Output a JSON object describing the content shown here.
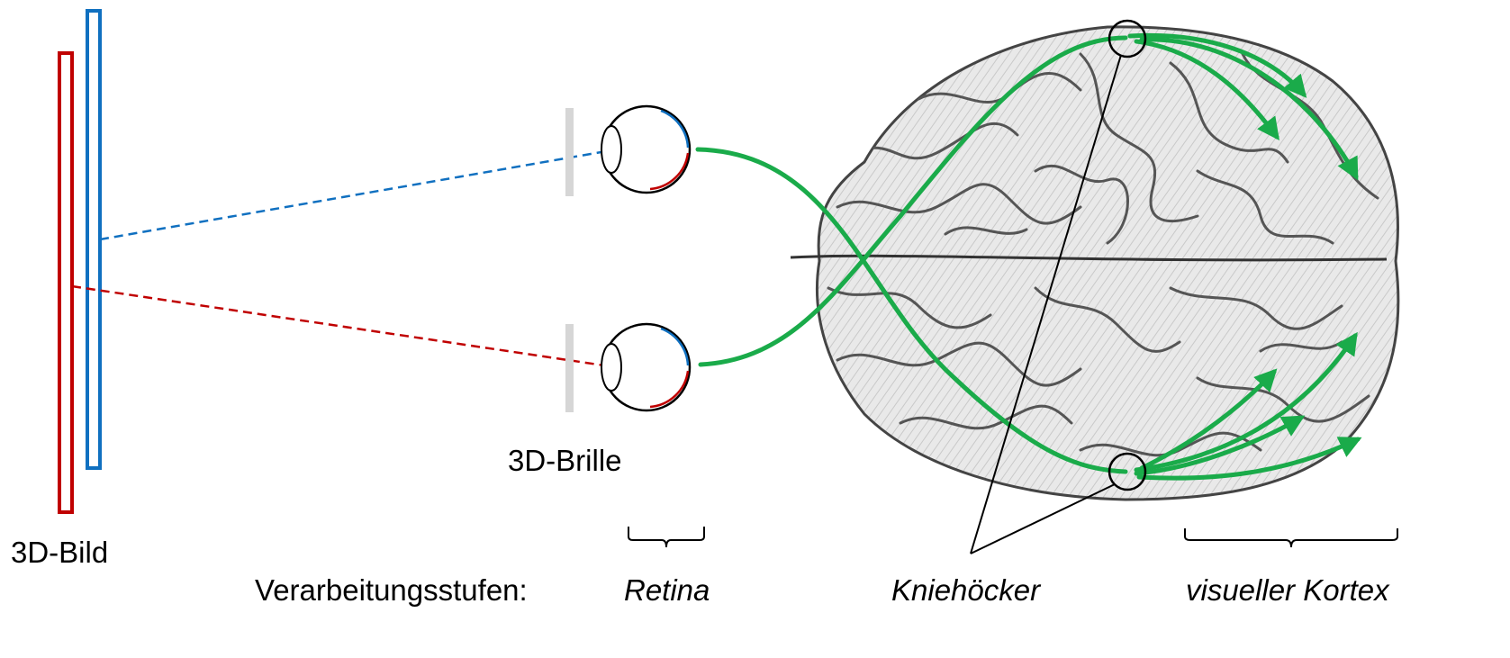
{
  "labels": {
    "image": "3D-Bild",
    "glasses": "3D-Brille",
    "stages_prefix": "Verarbeitungsstufen:",
    "retina": "Retina",
    "lgn": "Kniehöcker",
    "cortex": "visueller Kortex"
  },
  "colors": {
    "left_image": "#c00000",
    "right_image": "#1070c0",
    "pathway": "#1aab4a",
    "glasses": "#d6d6d6",
    "outline": "#000000"
  }
}
